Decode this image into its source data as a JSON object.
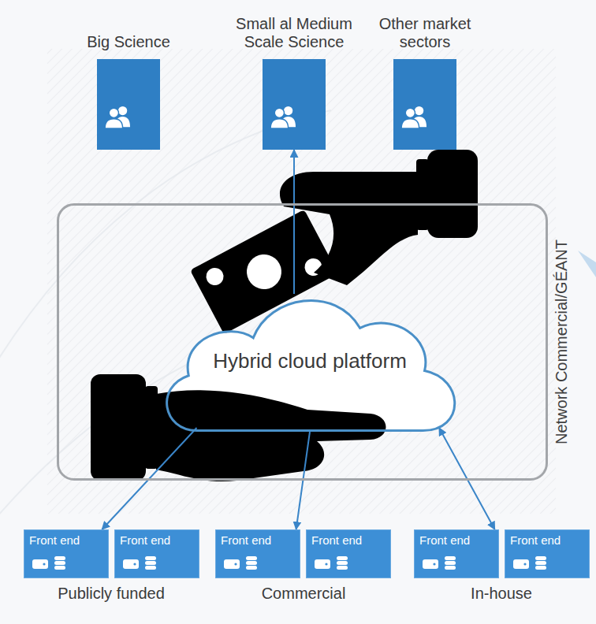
{
  "diagram": {
    "nodes": [
      {
        "text": [
          "Big Science"
        ]
      },
      {
        "text": [
          "Small al Medium Scale Science"
        ]
      },
      {
        "text": [
          "Other market sectors"
        ]
      },
      {
        "text": [
          "Network Commercial/GÉANT"
        ]
      },
      {
        "text": [
          "Hybrid cloud platform"
        ],
        "in": 3
      },
      {
        "text": [
          "Front end"
        ]
      },
      {
        "text": [
          "Front end"
        ]
      },
      {
        "text": [
          "Front end"
        ]
      },
      {
        "text": [
          "Front end"
        ]
      },
      {
        "text": [
          "Front end"
        ]
      },
      {
        "text": [
          "Front end"
        ]
      }
    ],
    "edges": [
      {
        "from": 4,
        "to": 1,
        "arrow": "to"
      },
      {
        "from": 4,
        "to": 5,
        "arrow": "to"
      },
      {
        "from": 4,
        "to": 7,
        "arrow": "to"
      },
      {
        "from": 4,
        "to": 9,
        "arrow": "both"
      }
    ],
    "labels": [
      "Publicly funded",
      "Commercial",
      "In-house"
    ]
  }
}
